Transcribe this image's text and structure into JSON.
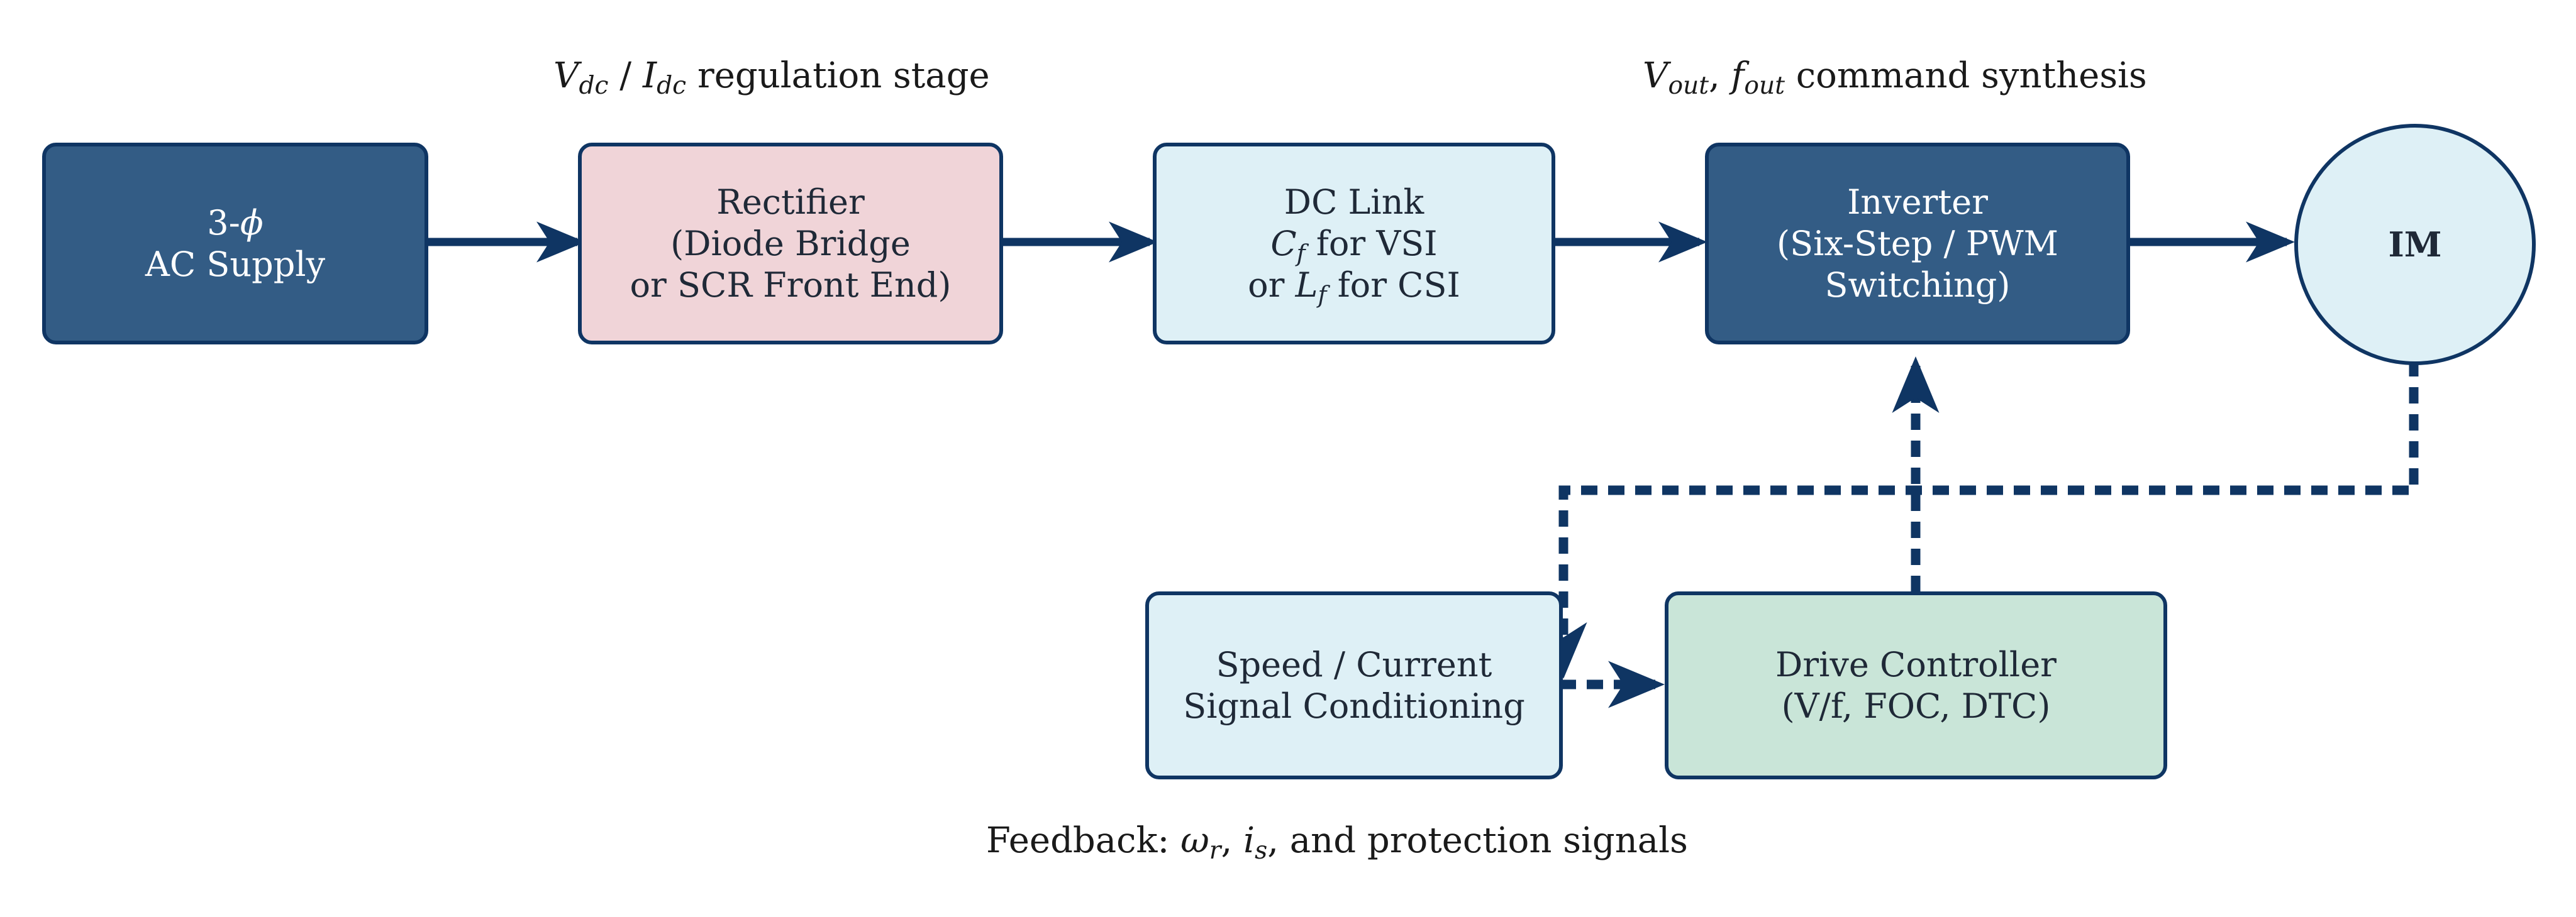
{
  "captions": {
    "regulation_stage": {
      "v_sym": "V",
      "v_sub": "dc",
      "sep": " / ",
      "i_sym": "I",
      "i_sub": "dc",
      "rest": " regulation stage"
    },
    "command_synthesis": {
      "v_sym": "V",
      "v_sub": "out",
      "sep": ", ",
      "f_sym": "f",
      "f_sub": "out",
      "rest": " command synthesis"
    },
    "feedback": {
      "prefix": "Feedback: ",
      "w_sym": "ω",
      "w_sub": "r",
      "sep": ", ",
      "i_sym": "i",
      "i_sub": "s",
      "rest": ", and protection signals"
    }
  },
  "blocks": {
    "ac_supply": {
      "line1": "3-",
      "phi": "ϕ",
      "line2": "AC Supply"
    },
    "rectifier": {
      "line1": "Rectifier",
      "line2": "(Diode Bridge",
      "line3": "or SCR Front End)"
    },
    "dc_link": {
      "line1": "DC Link",
      "c_sym": "C",
      "c_sub": "f",
      "c_rest": " for VSI",
      "l_pre": "or ",
      "l_sym": "L",
      "l_sub": "f",
      "l_rest": " for CSI"
    },
    "inverter": {
      "line1": "Inverter",
      "line2": "(Six-Step / PWM",
      "line3": "Switching)"
    },
    "motor": {
      "label": "IM"
    },
    "signal_conditioning": {
      "line1": "Speed / Current",
      "line2": "Signal Conditioning"
    },
    "drive_controller": {
      "line1": "Drive Controller",
      "line2": "(V/f, FOC, DTC)"
    }
  },
  "colors": {
    "stroke": "#0f3563",
    "dark_block": "#335c85",
    "rectifier_fill": "#f0d4d8",
    "light_fill": "#def0f6",
    "controller_fill": "#c9e5d8"
  }
}
